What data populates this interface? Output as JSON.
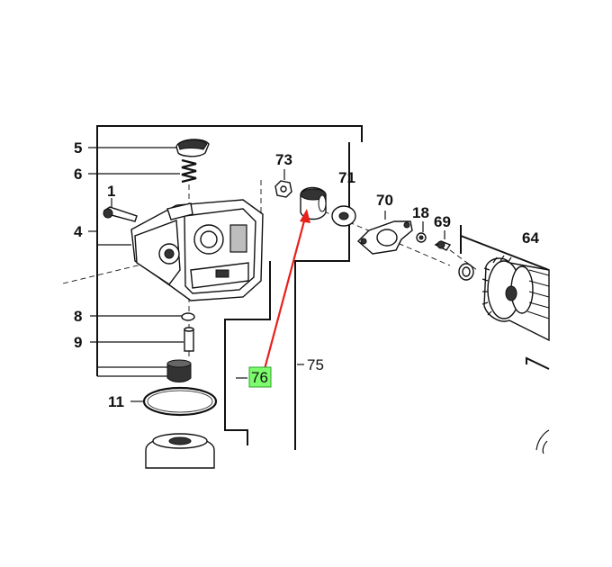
{
  "labels": {
    "p5": "5",
    "p6": "6",
    "p1": "1",
    "p4": "4",
    "p8": "8",
    "p9": "9",
    "p11": "11",
    "p73": "73",
    "p71": "71",
    "p70": "70",
    "p18": "18",
    "p69": "69",
    "p64": "64",
    "p75": "75",
    "p76": "76"
  },
  "highlight": {
    "label": "76",
    "box_color": "#7CFC6C",
    "arrow_color": "#E8201C"
  }
}
